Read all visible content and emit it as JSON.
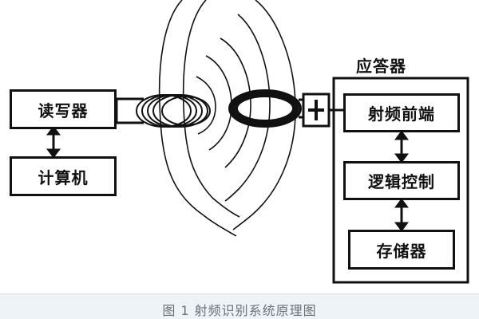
{
  "diagram": {
    "reader_label": "读写器",
    "computer_label": "计算机",
    "transponder_title": "应答器",
    "rf_front_end_label": "射频前端",
    "logic_control_label": "逻辑控制",
    "storage_label": "存储器"
  },
  "caption": {
    "text": "图 1    射频识别系统原理图"
  }
}
